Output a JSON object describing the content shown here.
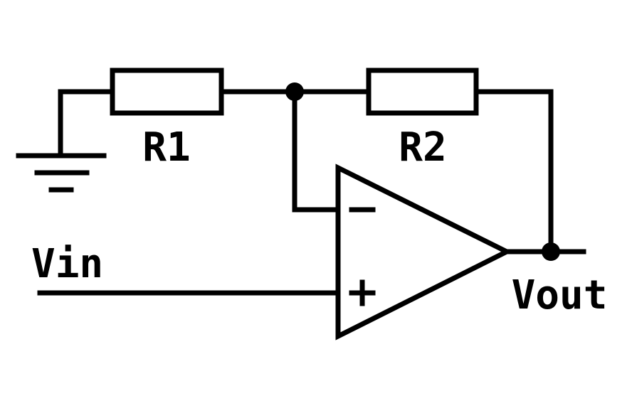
{
  "diagram": {
    "labels": {
      "r1": "R1",
      "r2": "R2",
      "vin": "Vin",
      "vout": "Vout"
    },
    "colors": {
      "ink": "#000000",
      "background": "#ffffff"
    }
  }
}
